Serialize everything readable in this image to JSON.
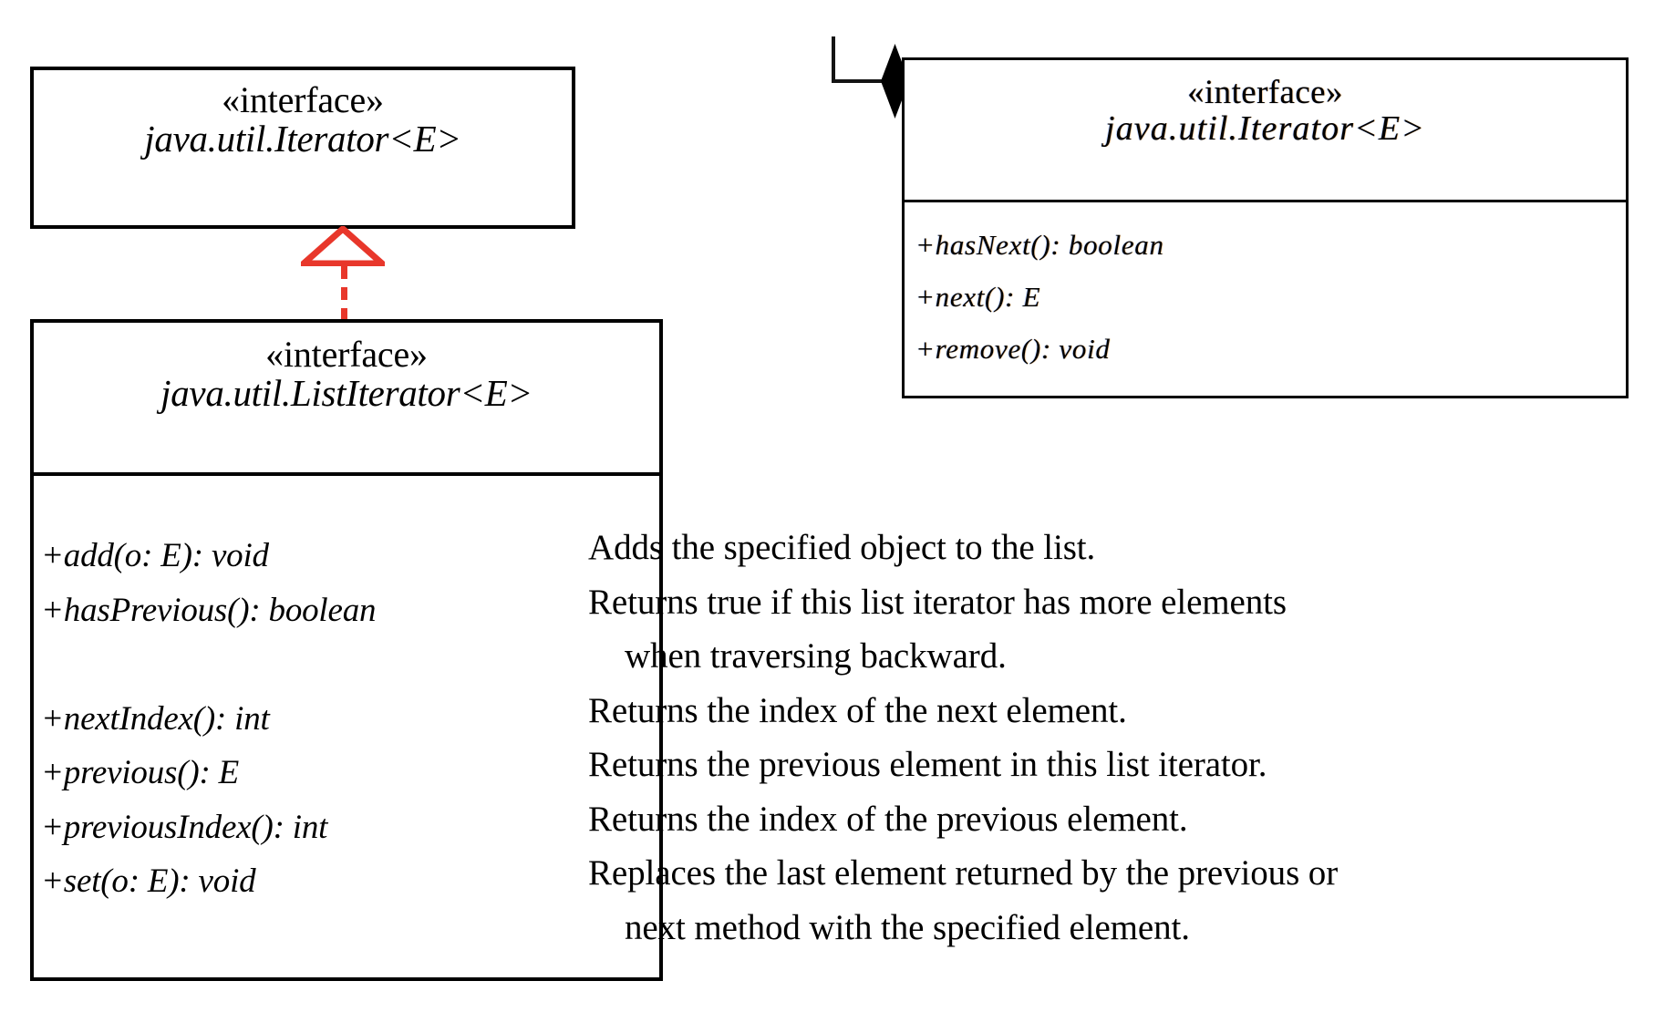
{
  "diagram": {
    "title": "java.util.ListIterator UML class diagram",
    "stereotype_label": "«interface»",
    "accent_color": "#E8372B",
    "line_color": "#000000"
  },
  "iterator_top_left": {
    "stereotype": "«interface»",
    "name": "java.util.Iterator<E>"
  },
  "relationships": {
    "generalization": {
      "kind": "generalization-realization",
      "style": "dashed",
      "arrow": "hollow-triangle",
      "color": "#E8372B",
      "from": "java.util.ListIterator<E>",
      "to": "java.util.Iterator<E>"
    },
    "composition": {
      "kind": "composition",
      "arrow": "filled-diamond",
      "color": "#000000"
    }
  },
  "listiterator": {
    "stereotype": "«interface»",
    "name": "java.util.ListIterator<E>",
    "methods": [
      {
        "signature": "+add(o: E): void",
        "blank": false
      },
      {
        "signature": "+hasPrevious(): boolean",
        "blank": false
      },
      {
        "signature": "spacer",
        "blank": true
      },
      {
        "signature": "+nextIndex(): int",
        "blank": false
      },
      {
        "signature": "+previous(): E",
        "blank": false
      },
      {
        "signature": "+previousIndex(): int",
        "blank": false
      },
      {
        "signature": "+set(o: E): void",
        "blank": false
      }
    ]
  },
  "iterator_top_right": {
    "stereotype": "«interface»",
    "name": "java.util.Iterator<E>",
    "methods": [
      {
        "signature": "+hasNext(): boolean"
      },
      {
        "signature": "+next(): E"
      },
      {
        "signature": "+remove(): void"
      }
    ]
  },
  "descriptions": [
    {
      "line1": "Adds the specified object to the list.",
      "line2": "",
      "spacer": false
    },
    {
      "line1": "Returns true if this list iterator has more elements",
      "line2": "when traversing backward.",
      "spacer": false
    },
    {
      "line1": "Returns the index of the next element.",
      "line2": "",
      "spacer": false
    },
    {
      "line1": "Returns the previous element in this list iterator.",
      "line2": "",
      "spacer": false
    },
    {
      "line1": "Returns the index of the previous element.",
      "line2": "",
      "spacer": false
    },
    {
      "line1": "Replaces the last element returned by the previous or",
      "line2": "next method with the specified element.",
      "spacer": false
    }
  ]
}
